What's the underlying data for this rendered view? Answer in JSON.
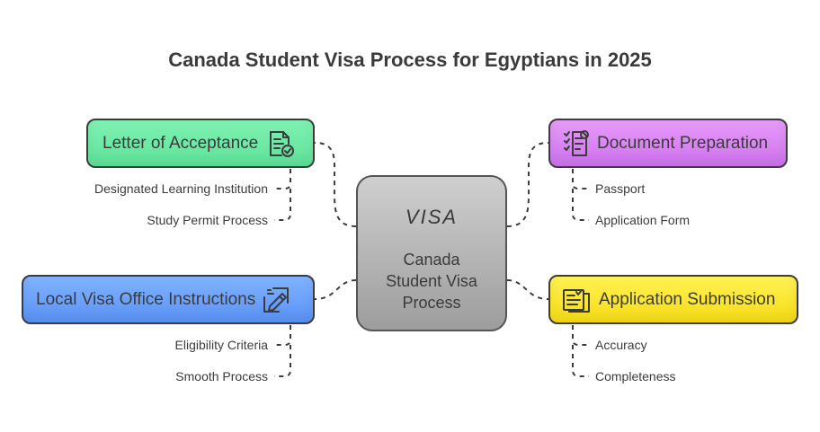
{
  "title": "Canada Student Visa Process for Egyptians in 2025",
  "center": {
    "badge": "VISA",
    "label_lines": [
      "Canada",
      "Student Visa",
      "Process"
    ]
  },
  "branches": [
    {
      "label": "Letter of Acceptance",
      "icon": "document-check-icon",
      "color": "#6ef0a9",
      "subitems": [
        "Designated Learning Institution",
        "Study Permit Process"
      ]
    },
    {
      "label": "Document Preparation",
      "icon": "checklist-icon",
      "color": "#d985f4",
      "subitems": [
        "Passport",
        "Application Form"
      ]
    },
    {
      "label": "Local Visa Office Instructions",
      "icon": "pencil-form-icon",
      "color": "#6ea3fb",
      "subitems": [
        "Eligibility Criteria",
        "Smooth Process"
      ]
    },
    {
      "label": "Application Submission",
      "icon": "application-form-icon",
      "color": "#fbe830",
      "subitems": [
        "Accuracy",
        "Completeness"
      ]
    }
  ]
}
